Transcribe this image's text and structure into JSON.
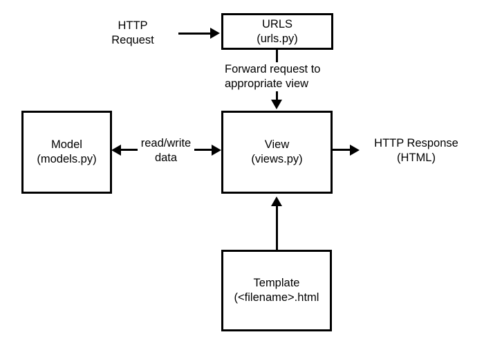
{
  "colors": {
    "stroke": "#000000",
    "text": "#000000",
    "background": "#ffffff"
  },
  "nodes": {
    "urls": {
      "line1": "URLS",
      "line2": "(urls.py)"
    },
    "model": {
      "line1": "Model",
      "line2": "(models.py)"
    },
    "view": {
      "line1": "View",
      "line2": "(views.py)"
    },
    "template": {
      "line1": "Template",
      "line2": "(<filename>.html"
    }
  },
  "labels": {
    "http_request": {
      "line1": "HTTP",
      "line2": "Request"
    },
    "forward": {
      "line1": "Forward request to",
      "line2": "appropriate view"
    },
    "read_write": {
      "line1": "read/write",
      "line2": "data"
    },
    "http_response": {
      "line1": "HTTP Response",
      "line2": "(HTML)"
    }
  },
  "arrows": [
    {
      "name": "http-request-to-urls",
      "direction": "right"
    },
    {
      "name": "urls-to-view",
      "direction": "down"
    },
    {
      "name": "view-to-model",
      "direction": "left"
    },
    {
      "name": "view-to-model-write",
      "direction": "right"
    },
    {
      "name": "view-to-response",
      "direction": "right"
    },
    {
      "name": "template-to-view",
      "direction": "up"
    }
  ]
}
